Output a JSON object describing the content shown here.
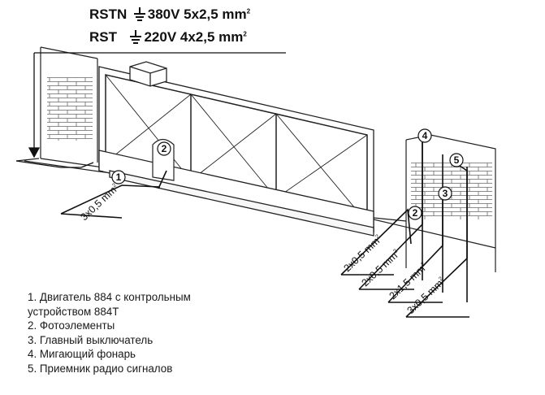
{
  "header": {
    "line1": {
      "label": "RSTN",
      "spec": "380V 5x2,5 mm",
      "sup": "2"
    },
    "line2": {
      "label": "RST",
      "spec": "220V 4x2,5 mm",
      "sup": "2"
    }
  },
  "callouts": [
    "1",
    "2",
    "2",
    "3",
    "4",
    "5"
  ],
  "cables": {
    "motor": "3x0,5 mm",
    "photo": "2x0,5 mm",
    "photo2": "2x0,5 mm",
    "switch": "2x1,5 mm",
    "radio": "3x0,5 mm",
    "sup": "2"
  },
  "legend": [
    "1. Двигатель 884 с контрольным",
    "устройством 884T",
    "2. Фотоэлементы",
    "3. Главный выключатель",
    "4. Мигающий фонарь",
    "5. Приемник радио сигналов"
  ]
}
